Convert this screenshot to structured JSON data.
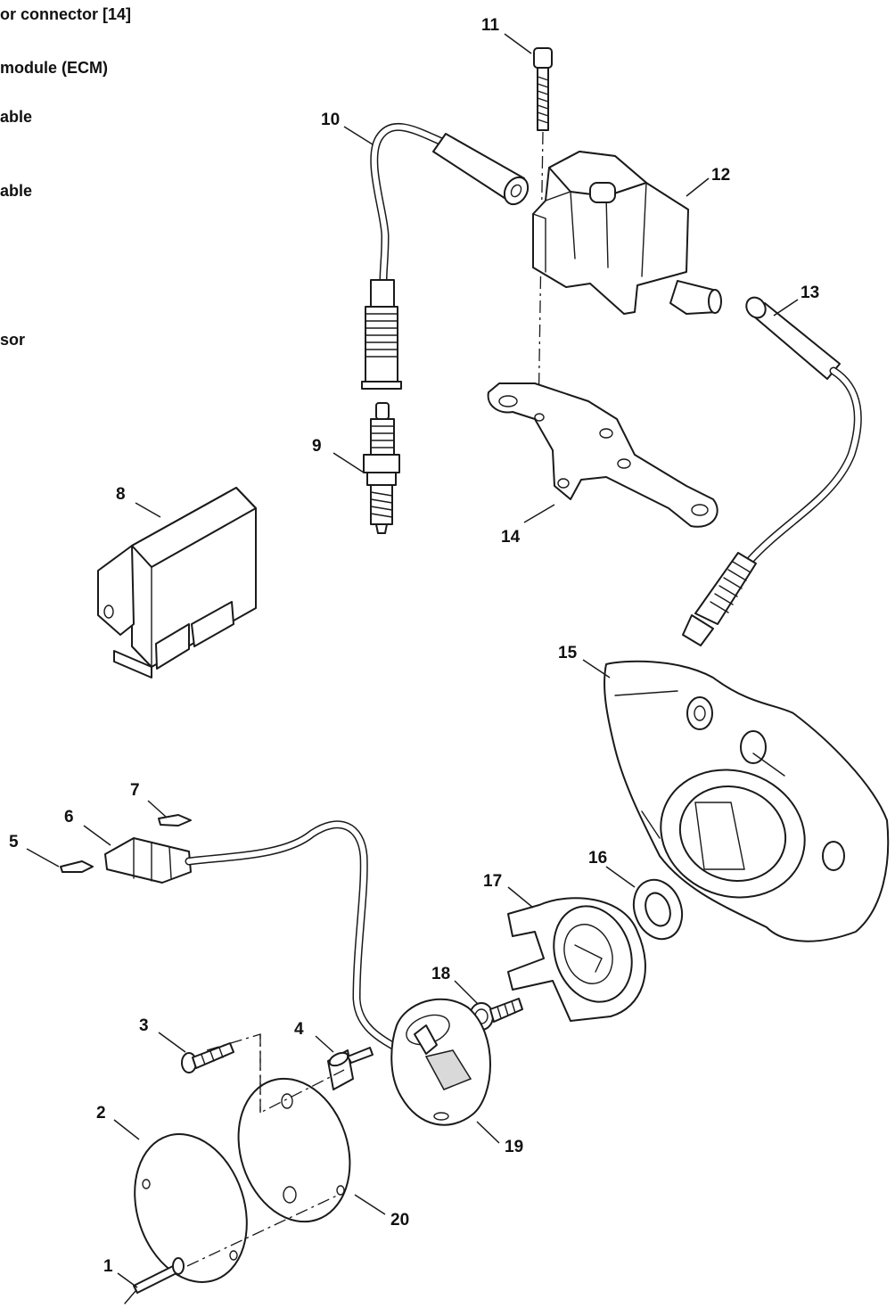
{
  "legend": {
    "lines": [
      "or connector [14]",
      "module (ECM)",
      "able",
      "able",
      "sor"
    ]
  },
  "callouts": [
    "1",
    "2",
    "3",
    "4",
    "5",
    "6",
    "7",
    "8",
    "9",
    "10",
    "11",
    "12",
    "13",
    "14",
    "15",
    "16",
    "17",
    "18",
    "19",
    "20"
  ]
}
